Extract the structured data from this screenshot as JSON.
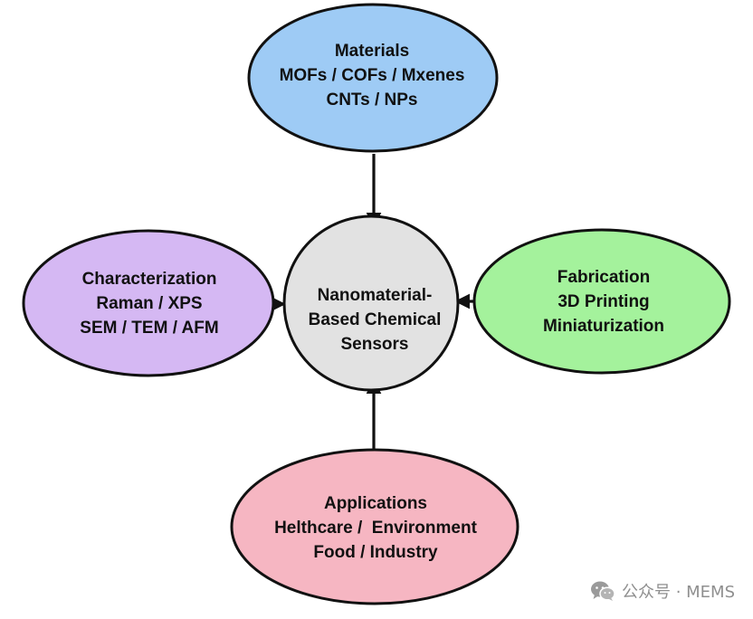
{
  "nodes": {
    "materials": {
      "title": "Materials",
      "lines": [
        "MOFs / COFs / Mxenes",
        "CNTs / NPs"
      ],
      "color": "#9ecbf5"
    },
    "characterization": {
      "title": "Characterization",
      "lines": [
        "Raman / XPS",
        "SEM / TEM / AFM"
      ],
      "color": "#d5b8f3"
    },
    "center": {
      "lines": [
        "Nanomaterial-",
        "Based Chemical",
        "Sensors"
      ],
      "color": "#e2e2e2"
    },
    "fabrication": {
      "title": "Fabrication",
      "lines": [
        "3D Printing",
        "Miniaturization"
      ],
      "color": "#a4f29c"
    },
    "applications": {
      "title": "Applications",
      "lines": [
        "Helthcare /  Environment",
        "Food / Industry"
      ],
      "color": "#f6b6c2"
    }
  },
  "watermark": {
    "text": "公众号 · MEMS",
    "icon": "wechat-icon"
  }
}
